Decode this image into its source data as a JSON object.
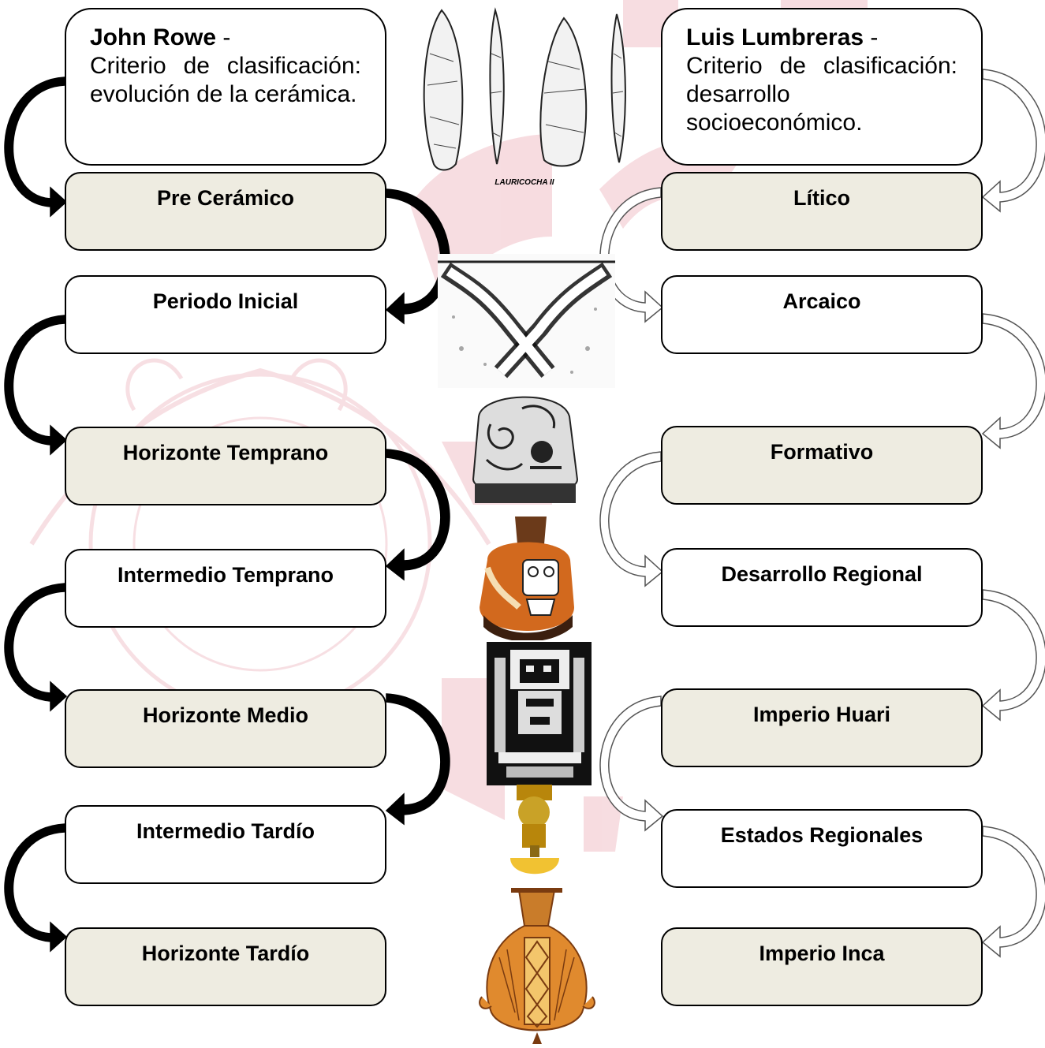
{
  "rowe": {
    "name": "John Rowe",
    "dash": " -",
    "criterion": "Criterio de clasificación: evolución de la cerámica."
  },
  "lumbreras": {
    "name": "Luis Lumbreras",
    "dash": " -",
    "criterion": "Criterio de clasificación: desarrollo socioeconómico."
  },
  "rowe_periods": [
    "Pre Cerámico",
    "Periodo Inicial",
    "Horizonte Temprano",
    "Intermedio Temprano",
    "Horizonte Medio",
    "Intermedio Tardío",
    "Horizonte Tardío"
  ],
  "lumbreras_periods": [
    "Lítico",
    "Arcaico",
    "Formativo",
    "Desarrollo Regional",
    "Imperio Huari",
    "Estados Regionales",
    "Imperio Inca"
  ],
  "image_caption": "LAURICOCHA II",
  "colors": {
    "shaded_box": "#eeece1",
    "watermark": "#c8102e",
    "rowe_arrows": "#000000",
    "lumbreras_arrows": "#ffffff"
  }
}
